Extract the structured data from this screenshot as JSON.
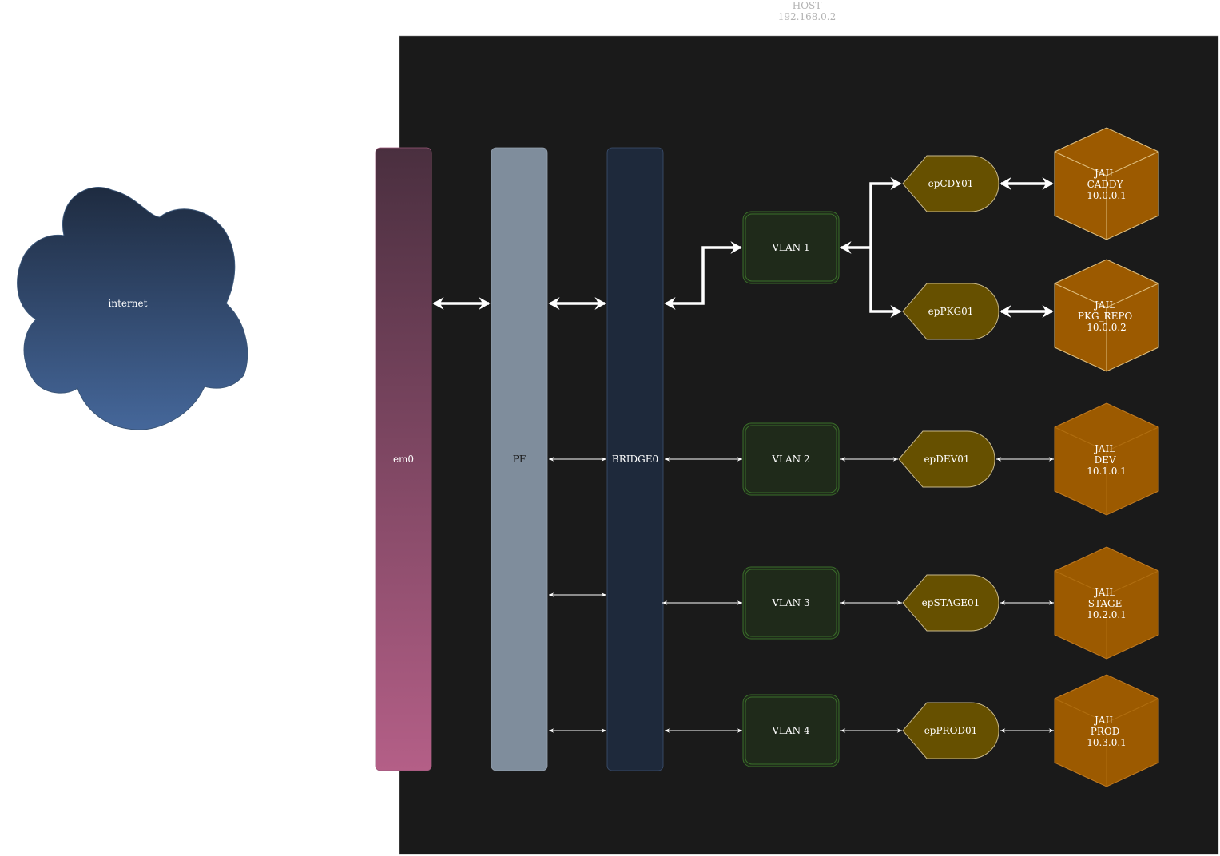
{
  "host": {
    "title": "HOST",
    "ip": "192.168.0.2"
  },
  "internet": {
    "label": "internet"
  },
  "interfaces": {
    "em0": "em0",
    "pf": "PF",
    "bridge": "BRIDGE0"
  },
  "vlans": [
    "VLAN 1",
    "VLAN 2",
    "VLAN 3",
    "VLAN 4"
  ],
  "epairs": [
    "epCDY01",
    "epPKG01",
    "epDEV01",
    "epSTAGE01",
    "epPROD01"
  ],
  "jails": [
    {
      "type": "JAIL",
      "name": "CADDY",
      "ip": "10.0.0.1"
    },
    {
      "type": "JAIL",
      "name": "PKG_REPO",
      "ip": "10.0.0.2"
    },
    {
      "type": "JAIL",
      "name": "DEV",
      "ip": "10.1.0.1"
    },
    {
      "type": "JAIL",
      "name": "STAGE",
      "ip": "10.2.0.1"
    },
    {
      "type": "JAIL",
      "name": "PROD",
      "ip": "10.3.0.1"
    }
  ],
  "colors": {
    "host_bg": "#1a1a1a",
    "em0_top": "#4a2f3f",
    "em0_bottom": "#b45f87",
    "pf": "#7f8d9c",
    "bridge": "#1e293b",
    "vlan_fill": "#1f2a1a",
    "vlan_stroke": "#3a6e2a",
    "epair_fill": "#665000",
    "jail_fill": "#9c5a00",
    "cloud_top": "#1e2b40",
    "cloud_bottom": "#45679a"
  }
}
